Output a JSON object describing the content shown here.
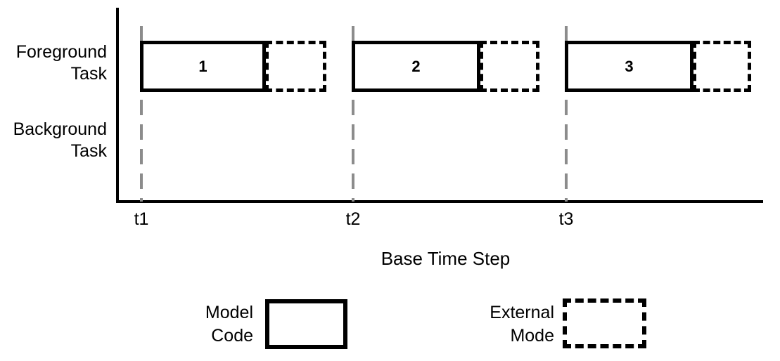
{
  "figure": {
    "type": "timing-diagram",
    "axis": {
      "x_title": "Base Time Step",
      "ticks": [
        {
          "label": "t1",
          "x": 199
        },
        {
          "label": "t2",
          "x": 500
        },
        {
          "label": "t3",
          "x": 803
        }
      ],
      "gridline_color": "#8c8c8c",
      "axis_color": "#000000"
    },
    "rows": [
      {
        "name": "foreground",
        "label": "Foreground\nTask"
      },
      {
        "name": "background",
        "label": "Background\nTask"
      }
    ],
    "bars": [
      {
        "row": "foreground",
        "number": "1",
        "model": {
          "left": 199,
          "width": 179
        },
        "external": {
          "left": 377,
          "width": 87
        }
      },
      {
        "row": "foreground",
        "number": "2",
        "model": {
          "left": 500,
          "width": 183
        },
        "external": {
          "left": 682,
          "width": 85
        }
      },
      {
        "row": "foreground",
        "number": "3",
        "model": {
          "left": 803,
          "width": 183
        },
        "external": {
          "left": 985,
          "width": 83
        }
      }
    ],
    "legend": {
      "items": [
        {
          "name": "model-code",
          "label": "Model\nCode",
          "style": "solid"
        },
        {
          "name": "external-mode",
          "label": "External\nMode",
          "style": "dashed"
        }
      ]
    }
  },
  "chart_data": {
    "type": "bar",
    "title": "",
    "xlabel": "Base Time Step",
    "ylabel": "",
    "categories": [
      "Foreground Task",
      "Background Task"
    ],
    "tick_labels": [
      "t1",
      "t2",
      "t3"
    ],
    "legend": [
      "Model Code",
      "External Mode"
    ],
    "series": [
      {
        "name": "Model Code",
        "values": [
          1,
          2,
          3
        ]
      },
      {
        "name": "External Mode",
        "values": [
          1,
          2,
          3
        ]
      }
    ],
    "grid": true,
    "legend_position": "bottom"
  }
}
